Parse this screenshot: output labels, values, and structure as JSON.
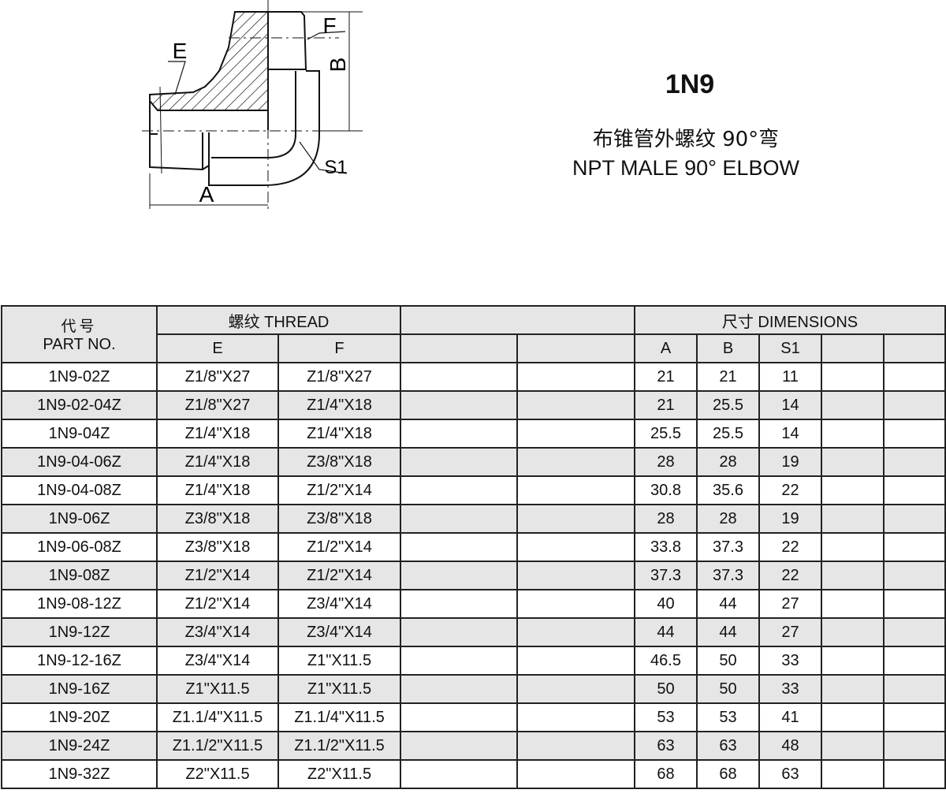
{
  "header": {
    "title": "1N9",
    "subtitle_cn": "布锥管外螺纹 90°弯",
    "subtitle_en": "NPT MALE 90° ELBOW"
  },
  "drawing": {
    "labels": {
      "e": "E",
      "f": "F",
      "a": "A",
      "b": "B",
      "s1": "S1"
    }
  },
  "table": {
    "part_cn": "代号",
    "part_en": "PART NO.",
    "thread": "螺纹 THREAD",
    "dimensions": "尺寸 DIMENSIONS",
    "cols": {
      "e": "E",
      "f": "F",
      "a": "A",
      "b": "B",
      "s1": "S1"
    },
    "rows": [
      {
        "part": "1N9-02Z",
        "e": "Z1/8\"X27",
        "f": "Z1/8\"X27",
        "a": "21",
        "b": "21",
        "s1": "11"
      },
      {
        "part": "1N9-02-04Z",
        "e": "Z1/8\"X27",
        "f": "Z1/4\"X18",
        "a": "21",
        "b": "25.5",
        "s1": "14"
      },
      {
        "part": "1N9-04Z",
        "e": "Z1/4\"X18",
        "f": "Z1/4\"X18",
        "a": "25.5",
        "b": "25.5",
        "s1": "14"
      },
      {
        "part": "1N9-04-06Z",
        "e": "Z1/4\"X18",
        "f": "Z3/8\"X18",
        "a": "28",
        "b": "28",
        "s1": "19"
      },
      {
        "part": "1N9-04-08Z",
        "e": "Z1/4\"X18",
        "f": "Z1/2\"X14",
        "a": "30.8",
        "b": "35.6",
        "s1": "22"
      },
      {
        "part": "1N9-06Z",
        "e": "Z3/8\"X18",
        "f": "Z3/8\"X18",
        "a": "28",
        "b": "28",
        "s1": "19"
      },
      {
        "part": "1N9-06-08Z",
        "e": "Z3/8\"X18",
        "f": "Z1/2\"X14",
        "a": "33.8",
        "b": "37.3",
        "s1": "22"
      },
      {
        "part": "1N9-08Z",
        "e": "Z1/2\"X14",
        "f": "Z1/2\"X14",
        "a": "37.3",
        "b": "37.3",
        "s1": "22"
      },
      {
        "part": "1N9-08-12Z",
        "e": "Z1/2\"X14",
        "f": "Z3/4\"X14",
        "a": "40",
        "b": "44",
        "s1": "27"
      },
      {
        "part": "1N9-12Z",
        "e": "Z3/4\"X14",
        "f": "Z3/4\"X14",
        "a": "44",
        "b": "44",
        "s1": "27"
      },
      {
        "part": "1N9-12-16Z",
        "e": "Z3/4\"X14",
        "f": "Z1\"X11.5",
        "a": "46.5",
        "b": "50",
        "s1": "33"
      },
      {
        "part": "1N9-16Z",
        "e": "Z1\"X11.5",
        "f": "Z1\"X11.5",
        "a": "50",
        "b": "50",
        "s1": "33"
      },
      {
        "part": "1N9-20Z",
        "e": "Z1.1/4\"X11.5",
        "f": "Z1.1/4\"X11.5",
        "a": "53",
        "b": "53",
        "s1": "41"
      },
      {
        "part": "1N9-24Z",
        "e": "Z1.1/2\"X11.5",
        "f": "Z1.1/2\"X11.5",
        "a": "63",
        "b": "63",
        "s1": "48"
      },
      {
        "part": "1N9-32Z",
        "e": "Z2\"X11.5",
        "f": "Z2\"X11.5",
        "a": "68",
        "b": "68",
        "s1": "63"
      }
    ]
  }
}
